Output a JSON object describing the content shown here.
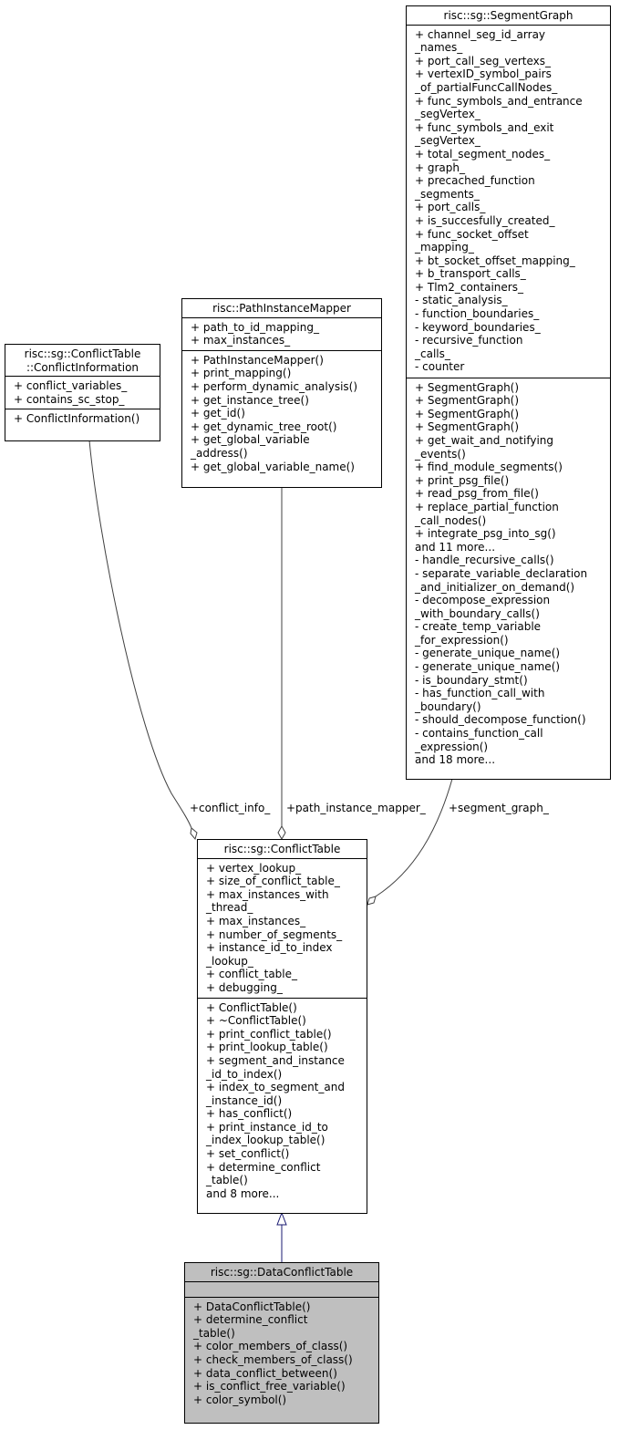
{
  "classes": {
    "segment_graph": {
      "title": [
        "risc::sg::SegmentGraph"
      ],
      "attributes": [
        "+ channel_seg_id_array",
        "_names_",
        "+ port_call_seg_vertexs_",
        "+ vertexID_symbol_pairs",
        "_of_partialFuncCallNodes_",
        "+ func_symbols_and_entrance",
        "_segVertex_",
        "+ func_symbols_and_exit",
        "_segVertex_",
        "+ total_segment_nodes_",
        "+ graph_",
        "+ precached_function",
        "_segments_",
        "+ port_calls_",
        "+ is_succesfully_created_",
        "+ func_socket_offset",
        "_mapping_",
        "+ bt_socket_offset_mapping_",
        "+ b_transport_calls_",
        "+ Tlm2_containers_",
        "- static_analysis_",
        "- function_boundaries_",
        "- keyword_boundaries_",
        "- recursive_function",
        "_calls_",
        "- counter"
      ],
      "methods": [
        "+ SegmentGraph()",
        "+ SegmentGraph()",
        "+ SegmentGraph()",
        "+ SegmentGraph()",
        "+ get_wait_and_notifying",
        "_events()",
        "+ find_module_segments()",
        "+ print_psg_file()",
        "+ read_psg_from_file()",
        "+ replace_partial_function",
        "_call_nodes()",
        "+ integrate_psg_into_sg()",
        "and 11 more...",
        "- handle_recursive_calls()",
        "- separate_variable_declaration",
        "_and_initializer_on_demand()",
        "- decompose_expression",
        "_with_boundary_calls()",
        "- create_temp_variable",
        "_for_expression()",
        "- generate_unique_name()",
        "- generate_unique_name()",
        "- is_boundary_stmt()",
        "- has_function_call_with",
        "_boundary()",
        "- should_decompose_function()",
        "- contains_function_call",
        "_expression()",
        "and 18 more..."
      ]
    },
    "path_instance_mapper": {
      "title": [
        "risc::PathInstanceMapper"
      ],
      "attributes": [
        "+ path_to_id_mapping_",
        "+ max_instances_"
      ],
      "methods": [
        "+ PathInstanceMapper()",
        "+ print_mapping()",
        "+ perform_dynamic_analysis()",
        "+ get_instance_tree()",
        "+ get_id()",
        "+ get_dynamic_tree_root()",
        "+ get_global_variable",
        "_address()",
        "+ get_global_variable_name()"
      ]
    },
    "conflict_information": {
      "title": [
        "risc::sg::ConflictTable",
        "::ConflictInformation"
      ],
      "attributes": [
        "+ conflict_variables_",
        "+ contains_sc_stop_"
      ],
      "methods": [
        "+ ConflictInformation()"
      ]
    },
    "conflict_table": {
      "title": [
        "risc::sg::ConflictTable"
      ],
      "attributes": [
        "+ vertex_lookup_",
        "+ size_of_conflict_table_",
        "+ max_instances_with",
        "_thread_",
        "+ max_instances_",
        "+ number_of_segments_",
        "+ instance_id_to_index",
        "_lookup_",
        "+ conflict_table_",
        "+ debugging_"
      ],
      "methods": [
        "+ ConflictTable()",
        "+ ~ConflictTable()",
        "+ print_conflict_table()",
        "+ print_lookup_table()",
        "+ segment_and_instance",
        "_id_to_index()",
        "+ index_to_segment_and",
        "_instance_id()",
        "+ has_conflict()",
        "+ print_instance_id_to",
        "_index_lookup_table()",
        "+ set_conflict()",
        "+ determine_conflict",
        "_table()",
        "and 8 more..."
      ]
    },
    "data_conflict_table": {
      "title": [
        "risc::sg::DataConflictTable"
      ],
      "attributes": [],
      "methods": [
        "+ DataConflictTable()",
        "+ determine_conflict",
        "_table()",
        "+ color_members_of_class()",
        "+ check_members_of_class()",
        "+ data_conflict_between()",
        "+ is_conflict_free_variable()",
        "+ color_symbol()"
      ]
    }
  },
  "edge_labels": {
    "conflict_info": "+conflict_info_",
    "path_instance_mapper": "+path_instance_mapper_",
    "segment_graph": "+segment_graph_"
  },
  "colors": {
    "highlight_fill": "#bfbfbf",
    "inheritance_edge": "#191970",
    "association_edge": "#404040"
  }
}
